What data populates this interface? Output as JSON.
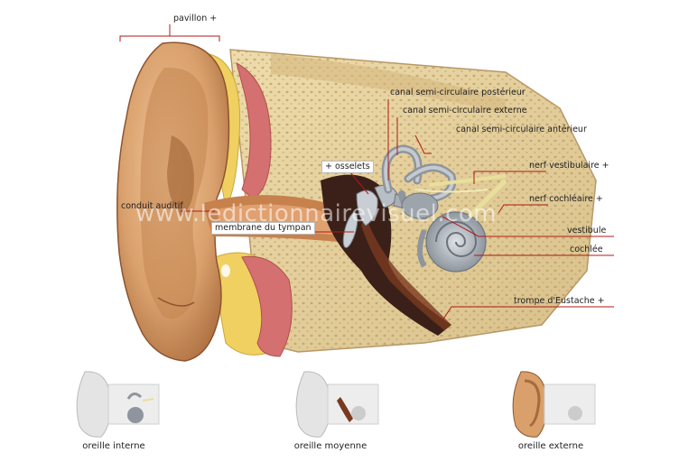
{
  "labels": {
    "pavillon": "pavillon +",
    "conduit": "conduit auditif",
    "membrane": "membrane du tympan",
    "osselets": "+ osselets",
    "canal_post": "canal semi-circulaire postérieur",
    "canal_ext": "canal semi-circulaire externe",
    "canal_ant": "canal semi-circulaire antérieur",
    "nerf_vest": "nerf vestibulaire +",
    "nerf_coch": "nerf cochléaire +",
    "vestibule": "vestibule",
    "cochlee": "cochlée",
    "trompe": "trompe d'Eustache +"
  },
  "watermark": "www.ledictionnairevisuel.com",
  "thumbnails": [
    {
      "caption": "oreille interne"
    },
    {
      "caption": "oreille moyenne"
    },
    {
      "caption": "oreille externe"
    }
  ],
  "colors": {
    "skin": "#d9a06c",
    "skin_dark": "#a86a3c",
    "bone": "#e8d4a0",
    "fat": "#f0d060",
    "muscle": "#d47070",
    "canal": "#3a2018",
    "cochlea": "#9ea4ac",
    "leader": "#b01818"
  }
}
